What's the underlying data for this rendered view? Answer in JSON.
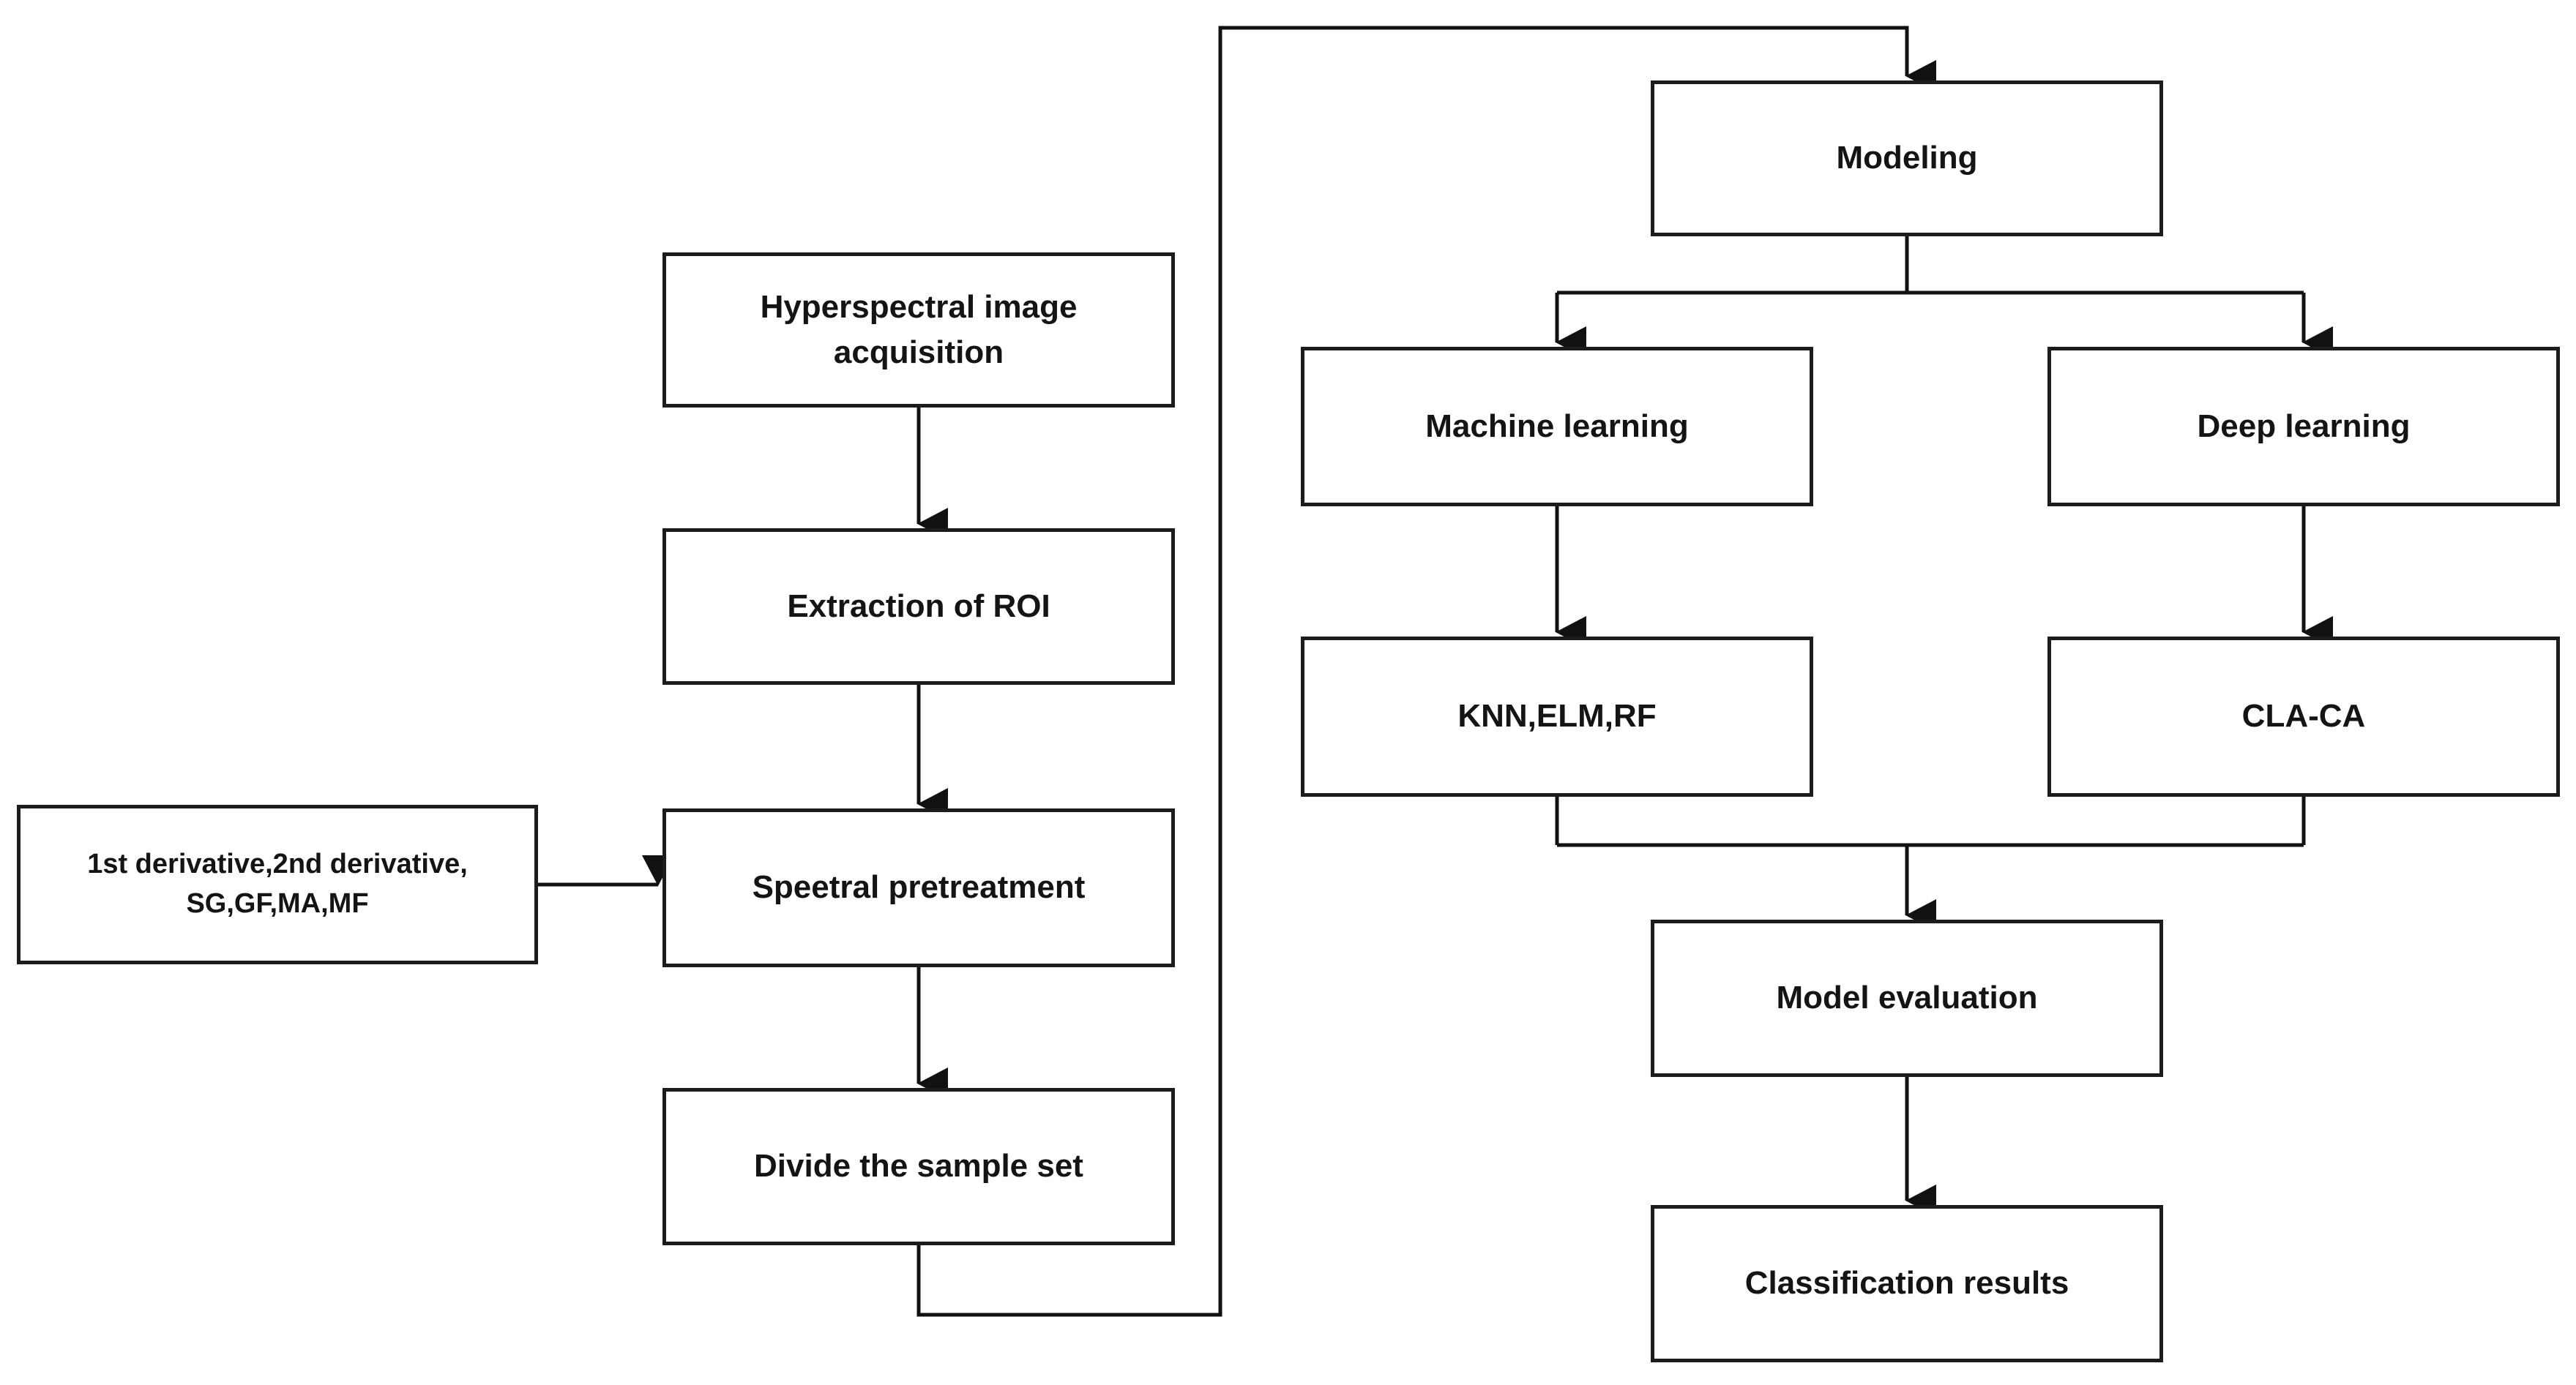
{
  "diagram": {
    "type": "flowchart",
    "colors": {
      "background": "#ffffff",
      "box_fill": "#ffffff",
      "box_border": "#1c1c1c",
      "line": "#111111",
      "text": "#141414"
    },
    "nodes": [
      {
        "id": "hyperspectral-image-acquisition",
        "label": "Hyperspectral image\nacquisition"
      },
      {
        "id": "extraction-of-roi",
        "label": "Extraction of ROI"
      },
      {
        "id": "spectral-pretreatment",
        "label": "Speetral pretreatment"
      },
      {
        "id": "pretreatment-methods",
        "label": "1st derivative,2nd derivative,\nSG,GF,MA,MF"
      },
      {
        "id": "divide-the-sample-set",
        "label": "Divide the sample set"
      },
      {
        "id": "modeling",
        "label": "Modeling"
      },
      {
        "id": "machine-learning",
        "label": "Machine learning"
      },
      {
        "id": "deep-learning",
        "label": "Deep learning"
      },
      {
        "id": "knn-elm-rf",
        "label": "KNN,ELM,RF"
      },
      {
        "id": "cla-ca",
        "label": "CLA-CA"
      },
      {
        "id": "model-evaluation",
        "label": "Model evaluation"
      },
      {
        "id": "classification-results",
        "label": "Classification results"
      }
    ],
    "edges": [
      {
        "from": "hyperspectral-image-acquisition",
        "to": "extraction-of-roi"
      },
      {
        "from": "extraction-of-roi",
        "to": "spectral-pretreatment"
      },
      {
        "from": "pretreatment-methods",
        "to": "spectral-pretreatment"
      },
      {
        "from": "spectral-pretreatment",
        "to": "divide-the-sample-set"
      },
      {
        "from": "divide-the-sample-set",
        "to": "modeling"
      },
      {
        "from": "modeling",
        "to": "machine-learning"
      },
      {
        "from": "modeling",
        "to": "deep-learning"
      },
      {
        "from": "machine-learning",
        "to": "knn-elm-rf"
      },
      {
        "from": "deep-learning",
        "to": "cla-ca"
      },
      {
        "from": "knn-elm-rf",
        "to": "model-evaluation"
      },
      {
        "from": "cla-ca",
        "to": "model-evaluation"
      },
      {
        "from": "model-evaluation",
        "to": "classification-results"
      }
    ]
  }
}
